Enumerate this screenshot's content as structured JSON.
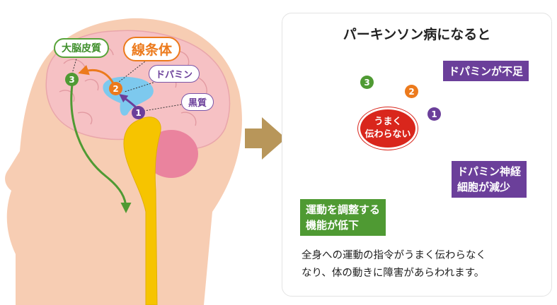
{
  "left_figure": {
    "labels": {
      "cortex": "大脳皮質",
      "striatum": "線条体",
      "dopamine": "ドパミン",
      "substantia_nigra": "黒質"
    },
    "markers": [
      "1",
      "2",
      "3"
    ]
  },
  "right_panel": {
    "title": "パーキンソン病になると",
    "dopamine_shortage": "ドパミンが不足",
    "bubble_line1": "うまく",
    "bubble_line2": "伝わらない",
    "neurons_line1": "ドパミン神経",
    "neurons_line2": "細胞が減少",
    "motor_line1": "運動を調整する",
    "motor_line2": "機能が低下",
    "caption_line1": "全身への運動の指令がうまく伝わらなく",
    "caption_line2": "なり、体の動きに障害があらわれます。",
    "markers": [
      "1",
      "2",
      "3"
    ]
  },
  "colors": {
    "skin": "#f7cdb3",
    "brain": "#f6c1c4",
    "striatum_blue": "#7dc9ee",
    "pathway_yellow": "#f6c400",
    "cerebellum_pink": "#ea839e",
    "arrow_green": "#4f9a33",
    "arrow_orange": "#ec7a1c",
    "arrow_purple": "#6b3f9a",
    "alert_red": "#d9261c",
    "big_arrow": "#b8965a"
  }
}
